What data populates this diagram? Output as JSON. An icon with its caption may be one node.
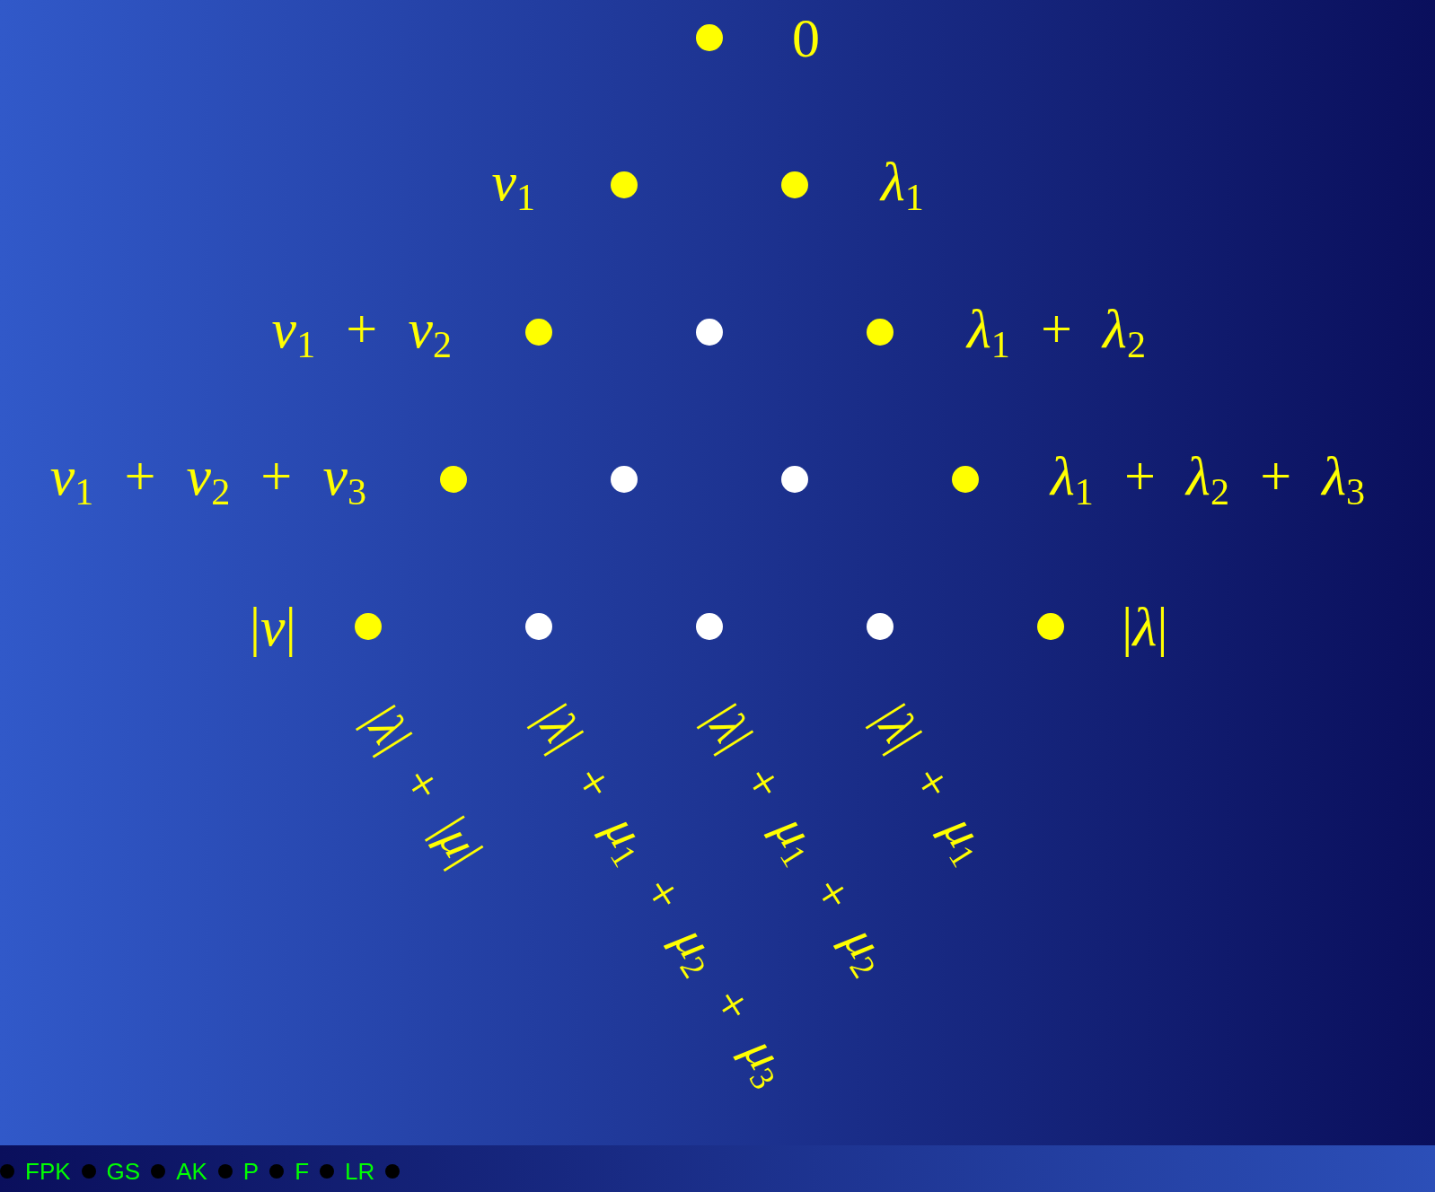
{
  "diagram": {
    "labels": [
      "0",
      "*ν*$_{1}$",
      "*λ*$_{1}$",
      "*ν*$_{1}$ + *ν*$_{2}$",
      "*λ*$_{1}$ + *λ*$_{2}$",
      "*ν*$_{1}$ + *ν*$_{2}$ + *ν*$_{3}$",
      "*λ*$_{1}$ + *λ*$_{2}$ + *λ*$_{3}$",
      "|*ν*|",
      "|*λ*|",
      "|*λ*| + |*μ*|",
      "|*λ*| + *μ*$_{1}$ + *μ*$_{2}$ + *μ*$_{3}$",
      "|*λ*| + *μ*$_{1}$ + *μ*$_{2}$",
      "|*λ*| + *μ*$_{1}$",
      "FPK",
      "GS",
      "AK",
      "P",
      "F",
      "LR"
    ]
  }
}
